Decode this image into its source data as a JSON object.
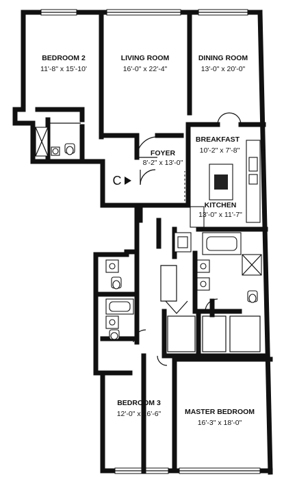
{
  "rooms": {
    "bedroom2": {
      "name": "BEDROOM 2",
      "dims": "11'-8\" x 15'-10'"
    },
    "living": {
      "name": "LIVING ROOM",
      "dims": "16'-0\" x 22'-4\""
    },
    "dining": {
      "name": "DINING ROOM",
      "dims": "13'-0\" x 20'-0\""
    },
    "breakfast": {
      "name": "BREAKFAST",
      "dims": "10'-2\" x 7'-8\""
    },
    "foyer": {
      "name": "FOYER",
      "dims": "8'-2\" x 13'-0\""
    },
    "kitchen": {
      "name": "KITCHEN",
      "dims": "13'-0\" x 11'-7\""
    },
    "bedroom3": {
      "name": "BEDROOM 3",
      "dims": "12'-0\" x 16'-6\""
    },
    "master": {
      "name": "MASTER BEDROOM",
      "dims": "16'-3\" x 18'-0\""
    }
  },
  "entry_marker": "C",
  "entry_arrow": "play-arrow-icon"
}
